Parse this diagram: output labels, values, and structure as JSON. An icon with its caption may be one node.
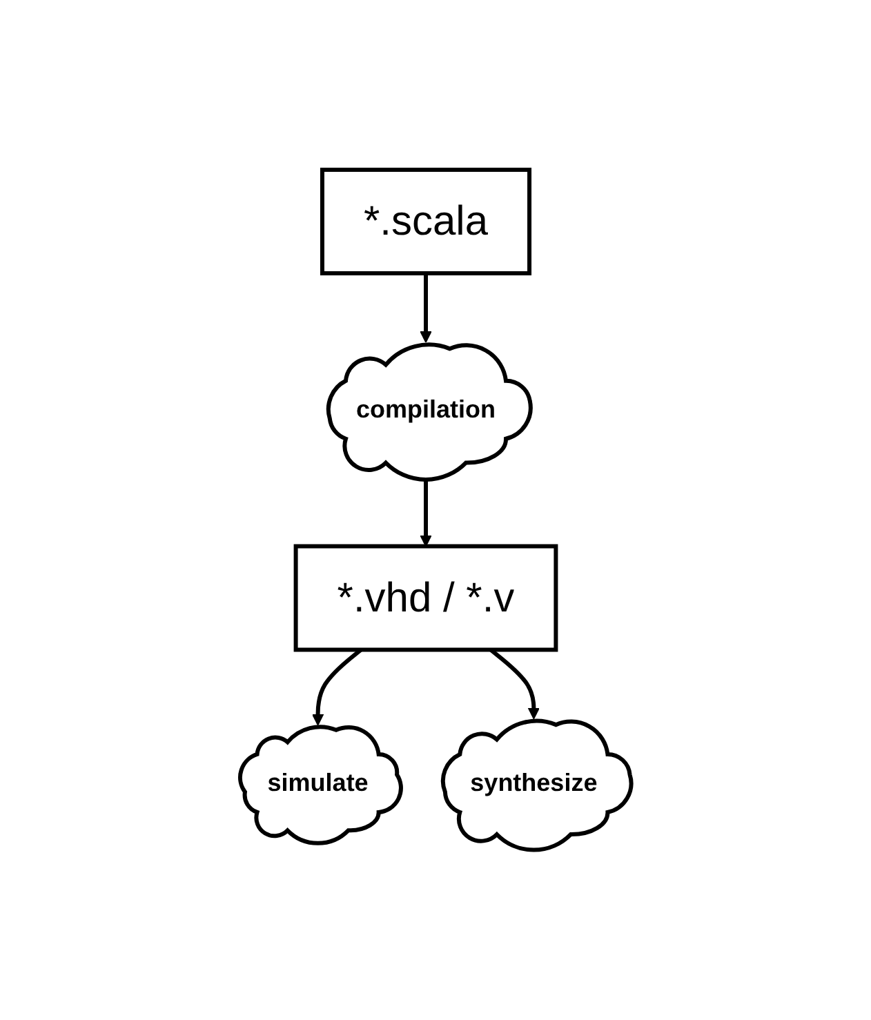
{
  "diagram": {
    "nodes": [
      {
        "text": [
          "*.scala"
        ]
      },
      {
        "text": [
          "compilation"
        ]
      },
      {
        "text": [
          "*.vhd / *.v"
        ]
      },
      {
        "text": [
          "simulate"
        ]
      },
      {
        "text": [
          "synthesize"
        ]
      }
    ],
    "edges": [
      {
        "from": 0,
        "to": 1,
        "arrow": "to"
      },
      {
        "from": 1,
        "to": 2,
        "arrow": "to"
      },
      {
        "from": 2,
        "to": 3,
        "arrow": "to"
      },
      {
        "from": 2,
        "to": 4,
        "arrow": "to"
      }
    ]
  }
}
